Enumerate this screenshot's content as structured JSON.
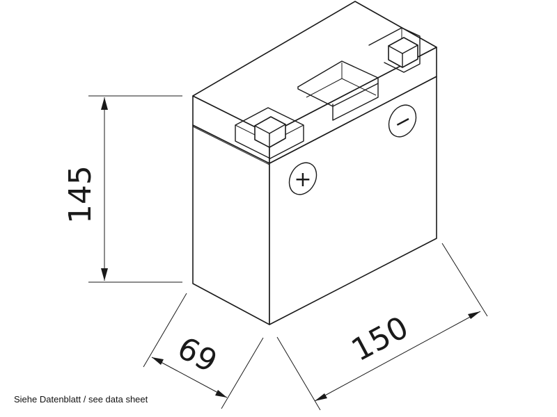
{
  "dimensions": {
    "height": "145",
    "depth": "69",
    "length": "150"
  },
  "terminals": {
    "positive_symbol": "+",
    "negative_symbol": "−"
  },
  "note": "Siehe Datenblatt / see data sheet",
  "colors": {
    "line": "#1a1a1a",
    "background": "#ffffff"
  }
}
